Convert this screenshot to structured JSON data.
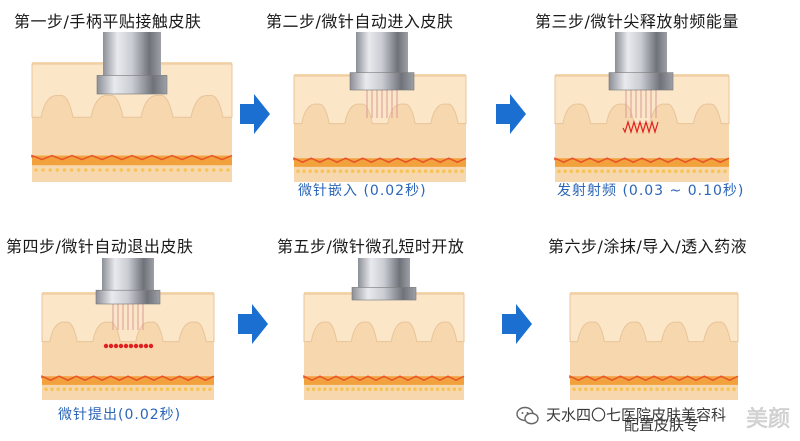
{
  "steps": [
    {
      "title": "第一步/手柄平贴接触皮肤",
      "caption": "",
      "state": "contact"
    },
    {
      "title": "第二步/微针自动进入皮肤",
      "caption": "微针嵌入 (0.02秒)",
      "state": "insert"
    },
    {
      "title": "第三步/微针尖释放射频能量",
      "caption": "发射射频 (0.03 ~ 0.10秒)",
      "state": "rf"
    },
    {
      "title": "第四步/微针自动退出皮肤",
      "caption": "微针提出(0.02秒)",
      "state": "withdraw"
    },
    {
      "title": "第五步/微针微孔短时开放",
      "caption": "",
      "state": "pores"
    },
    {
      "title": "第六步/涂抹/导入/透入药液",
      "caption": "",
      "state": "apply"
    }
  ],
  "watermark": {
    "icon": "wechat-icon",
    "text": "天水四〇七医院皮肤美容科",
    "sub": "配置皮肤专",
    "logo": "chinese-seal-logo"
  },
  "colors": {
    "arrow": "#1a6fd1",
    "caption": "#2b66b8",
    "skin_top": "#fbe6c8",
    "skin_dermis": "#f7d7ad",
    "fat": "#f2a23c",
    "vessel": "#e8542a",
    "rf_wave": "#e02020",
    "needle": "#d99a9a"
  }
}
